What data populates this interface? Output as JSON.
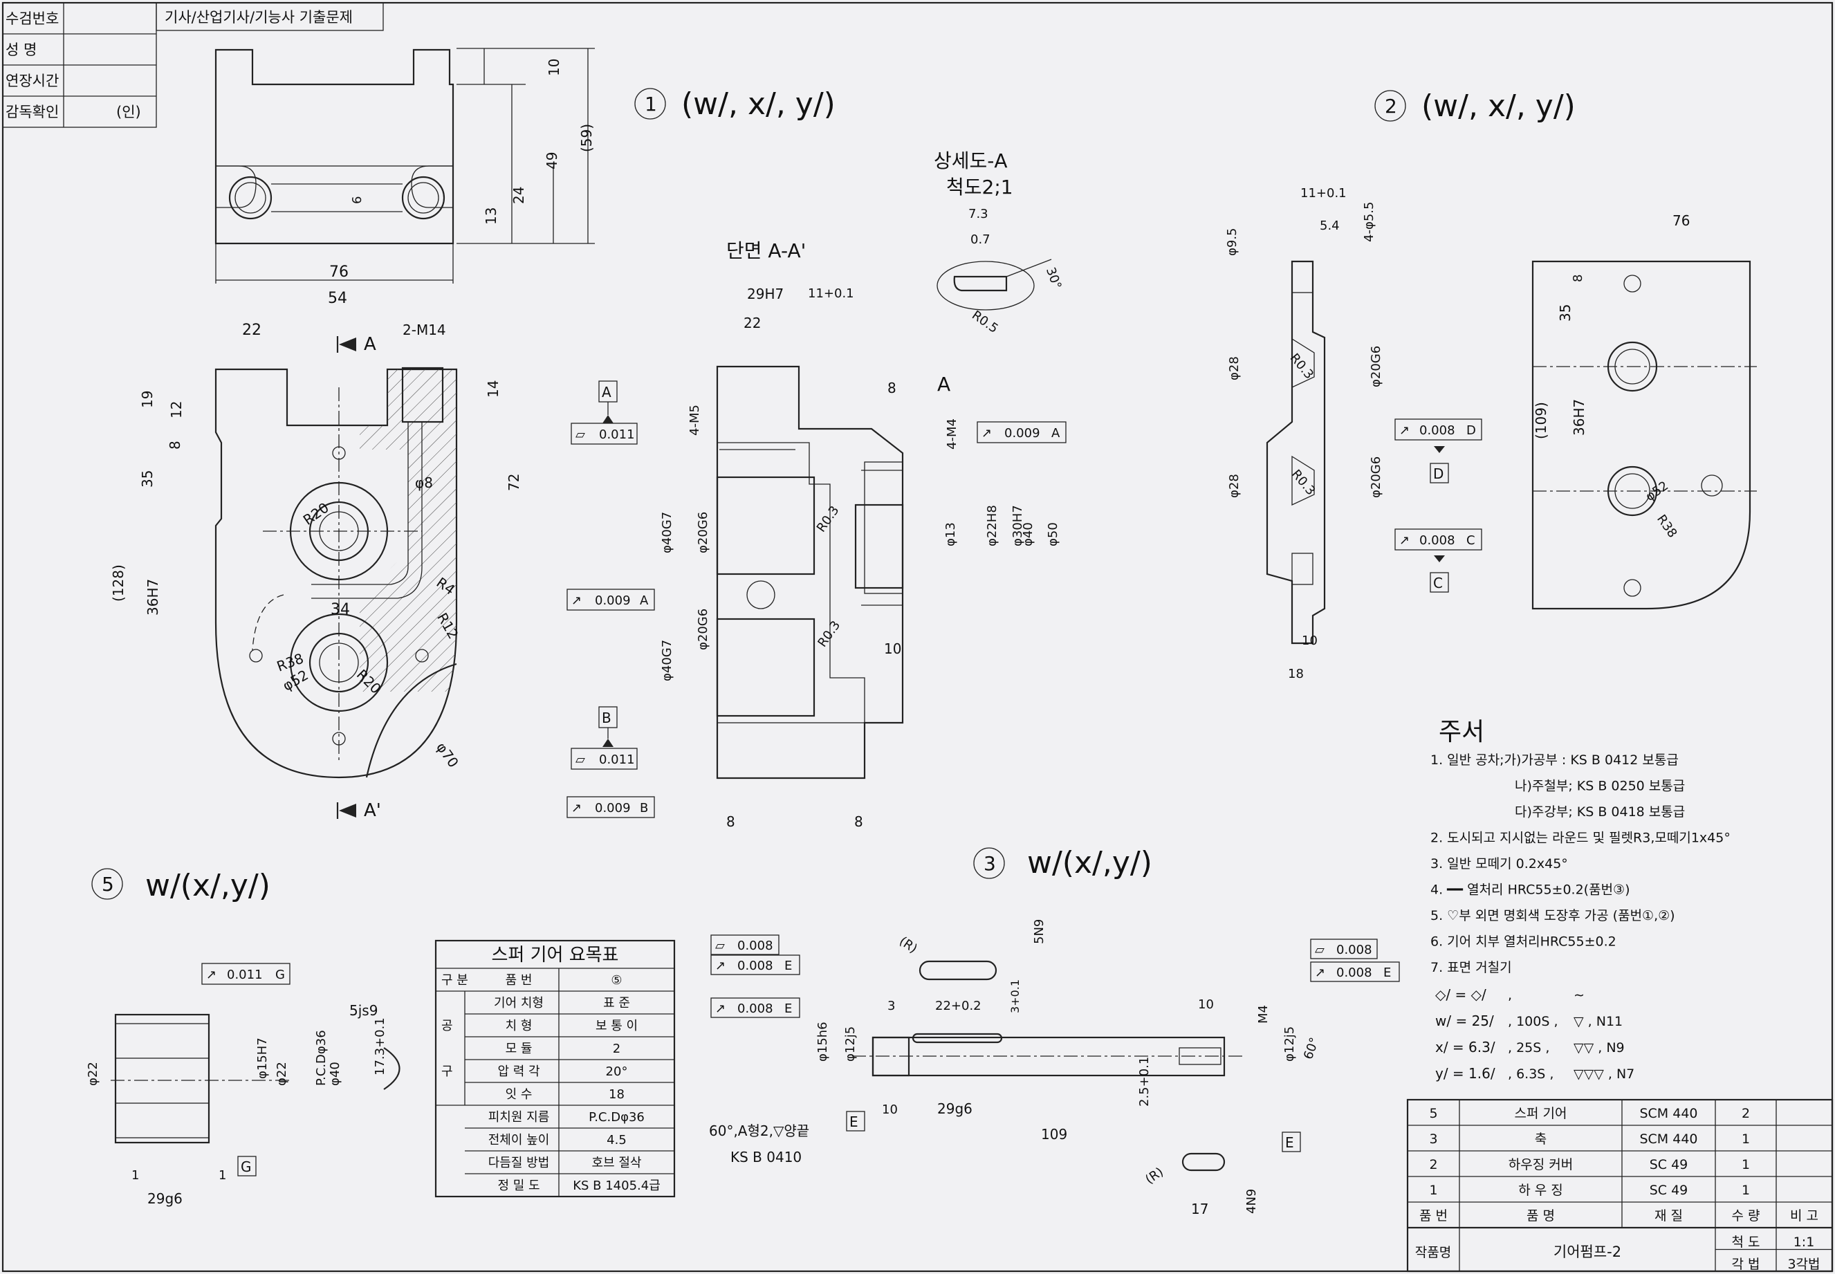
{
  "header": {
    "subject": "기사/산업기사/기능사 기출문제",
    "fields": [
      "수검번호",
      "성    명",
      "연장시간",
      "감독확인"
    ],
    "stamp": "(인)"
  },
  "parts": {
    "p1_no": "1",
    "p2_no": "2",
    "p3_no": "3",
    "p5_no": "5",
    "surface_main": "(w/, x/, y/)",
    "section_title": "단면 A-A'",
    "detail_title": "상세도-A",
    "detail_scale": "척도2;1",
    "cut_a": "A",
    "cut_a2": "A'",
    "detail_mark": "A"
  },
  "dims_p1": [
    "76",
    "54",
    "22",
    "2-M14",
    "10",
    "49",
    "(59)",
    "24",
    "13",
    "6",
    "19",
    "12",
    "8",
    "35",
    "(128)",
    "36H7",
    "72",
    "14",
    "φ8",
    "R20",
    "R4",
    "R12",
    "34",
    "R38",
    "φ52",
    "R20",
    "φ70"
  ],
  "dims_section": [
    "29H7",
    "22",
    "11+0.1",
    "8",
    "4-M5",
    "4-M4",
    "φ40G7",
    "φ20G6",
    "φ40G7",
    "φ20G6",
    "R0.3",
    "R0.3",
    "φ13",
    "φ22H8",
    "φ30H7",
    "φ40",
    "φ50",
    "10",
    "8",
    "8"
  ],
  "dims_detail": [
    "7.3",
    "0.7",
    "R0.5",
    "30°"
  ],
  "dims_p2": [
    "11+0.1",
    "5.4",
    "4-φ5.5",
    "φ9.5",
    "R0.3",
    "R0.3",
    "φ28",
    "φ28",
    "φ20G6",
    "φ20G6",
    "10",
    "18",
    "76",
    "8",
    "35",
    "(109)",
    "36H7",
    "φ52",
    "R38"
  ],
  "dims_p5": [
    "5js9",
    "17.3+0.1",
    "φ22",
    "φ15H7",
    "φ22",
    "P.C.Dφ36",
    "φ40",
    "1",
    "1",
    "29g6"
  ],
  "dims_p3": [
    "5N9",
    "(R)",
    "3",
    "22+0.2",
    "3+0.1",
    "10",
    "M4",
    "φ15h6",
    "φ12j5",
    "φ12j5",
    "60°",
    "10",
    "29g6",
    "109",
    "2.5+0.1",
    "17",
    "4N9",
    "(R)"
  ],
  "shaft_note": [
    "60°,A형2,▽양끝",
    "KS B 0410"
  ],
  "fcf": {
    "a_flat": "0.011",
    "a_flat_datum": "A",
    "b_flat": "0.011",
    "b_flat_datum": "B",
    "run_a": "0.009",
    "run_a_ref": "A",
    "run_b": "0.009",
    "run_b_ref": "B",
    "run_a2": "0.009",
    "run_a2_ref": "A",
    "d_run": "0.008",
    "d_run_ref": "D",
    "d_datum": "D",
    "c_run": "0.008",
    "c_run_ref": "C",
    "c_datum": "C",
    "g_run": "0.011",
    "g_run_ref": "G",
    "g_datum": "G",
    "e1_flat": "0.008",
    "e1_run": "0.008",
    "e1_ref": "E",
    "e2_run": "0.008",
    "e2_ref": "E",
    "e3_flat": "0.008",
    "e3_run": "0.008",
    "e3_ref": "E",
    "e_datum1": "E",
    "e_datum2": "E"
  },
  "gear_table": {
    "title": "스퍼 기어 요목표",
    "rows": [
      [
        "구 분",
        "품 번",
        "⑤"
      ],
      [
        "",
        "기어 치형",
        "표 준"
      ],
      [
        "공",
        "치 형",
        "보 통 이"
      ],
      [
        "",
        "모 듈",
        "2"
      ],
      [
        "구",
        "압 력 각",
        "20°"
      ],
      [
        "",
        "잇 수",
        "18"
      ],
      [
        "",
        "피치원 지름",
        "P.C.Dφ36"
      ],
      [
        "",
        "전체이 높이",
        "4.5"
      ],
      [
        "",
        "다듬질 방법",
        "호브 절삭"
      ],
      [
        "",
        "정 밀 도",
        "KS B 1405.4급"
      ]
    ]
  },
  "notes": {
    "title": "주서",
    "lines": [
      "1. 일반 공차;가)가공부 : KS B 0412 보통급",
      "나)주철부; KS B 0250 보통급",
      "다)주강부; KS B 0418 보통급",
      "2. 도시되고 지시없는 라운드 및 필렛R3,모떼기1x45°",
      "3. 일반 모떼기 0.2x45°",
      "4. ━━  열처리 HRC55±0.2(품번③)",
      "5. ♡부 외면 명회색 도장후 가공 (품번①,②)",
      "6. 기어 치부 열처리HRC55±0.2",
      "7. 표면 거칠기"
    ],
    "rough": [
      [
        "◇/ = ◇/",
        ",",
        "∼"
      ],
      [
        "w/ = 25/",
        ", 100S ,",
        "▽ , N11"
      ],
      [
        "x/ = 6.3/",
        ", 25S ,",
        "▽▽ , N9"
      ],
      [
        "y/ = 1.6/",
        ", 6.3S ,",
        "▽▽▽ , N7"
      ]
    ]
  },
  "parts_list": {
    "rows": [
      [
        "5",
        "스퍼 기어",
        "SCM 440",
        "2",
        ""
      ],
      [
        "3",
        "축",
        "SCM 440",
        "1",
        ""
      ],
      [
        "2",
        "하우징 커버",
        "SC 49",
        "1",
        ""
      ],
      [
        "1",
        "하 우 징",
        "SC 49",
        "1",
        ""
      ]
    ],
    "header": [
      "품 번",
      "품          명",
      "재 질",
      "수 량",
      "비 고"
    ],
    "work_label": "작품명",
    "work_name": "기어펌프-2",
    "scale_label": "척 도",
    "scale_value": "1:1",
    "proj_label": "각 법",
    "proj_value": "3각법"
  }
}
